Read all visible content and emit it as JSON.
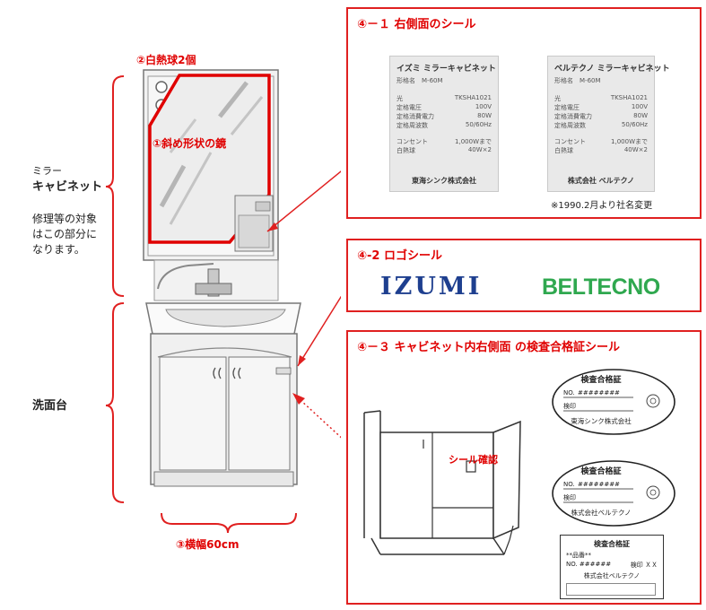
{
  "left": {
    "bulb_label": "②白熱球2個",
    "diagonal_label": "①斜め形状の鏡",
    "mirror_cabinet_line1": "ミラー",
    "mirror_cabinet_line2": "キャビネット",
    "repair_line1": "修理等の対象",
    "repair_line2": "はこの部分に",
    "repair_line3": "なります。",
    "washstand_label": "洗面台",
    "width_label": "③横幅60cm"
  },
  "box1": {
    "title": "④－１ 右側面のシール",
    "note": "※1990.2月より社名変更",
    "seal_a": {
      "brand": "イズミ ミラーキャビネット",
      "model": "形格名　M-60M",
      "rows": [
        [
          "光",
          "TKSHA1021"
        ],
        [
          "定格電圧",
          "100V"
        ],
        [
          "定格消費電力",
          "80W"
        ],
        [
          "定格周波数",
          "50/60Hz"
        ]
      ],
      "outlet": [
        [
          "コンセント",
          "1,000Wまで"
        ],
        [
          "白熱球",
          "40W×2"
        ]
      ],
      "maker": "東海シンク株式会社"
    },
    "seal_b": {
      "brand": "ベルテクノ ミラーキャビネット",
      "model": "形格名　M-60M",
      "rows": [
        [
          "光",
          "TKSHA1021"
        ],
        [
          "定格電圧",
          "100V"
        ],
        [
          "定格消費電力",
          "80W"
        ],
        [
          "定格周波数",
          "50/60Hz"
        ]
      ],
      "outlet": [
        [
          "コンセント",
          "1,000Wまで"
        ],
        [
          "白熱球",
          "40W×2"
        ]
      ],
      "maker": "株式会社 ベルテクノ"
    }
  },
  "box2": {
    "title": "④-2 ロゴシール",
    "logo_izumi": "IZUMI",
    "logo_beltecno": "BELTECNO"
  },
  "box3": {
    "title": "④－３ キャビネット内右側面 の検査合格証シール",
    "seal_check_label": "シール確認",
    "oval1": {
      "title": "検査合格証",
      "no": "NO.",
      "serial": "########",
      "stamp": "検印",
      "maker": "東海シンク株式会社"
    },
    "oval2": {
      "title": "検査合格証",
      "no": "NO.",
      "serial": "########",
      "stamp": "検印",
      "maker": "株式会社ベルテクノ"
    },
    "card": {
      "title": "検査合格証",
      "item": "**品番**",
      "no": "NO. ######",
      "stamp": "検印 ＸＸ",
      "maker": "株式会社ベルテクノ"
    }
  },
  "colors": {
    "accent_red": "#e00000",
    "beltecno_green": "#2fa84f",
    "izumi_blue": "#1e3f8f"
  }
}
